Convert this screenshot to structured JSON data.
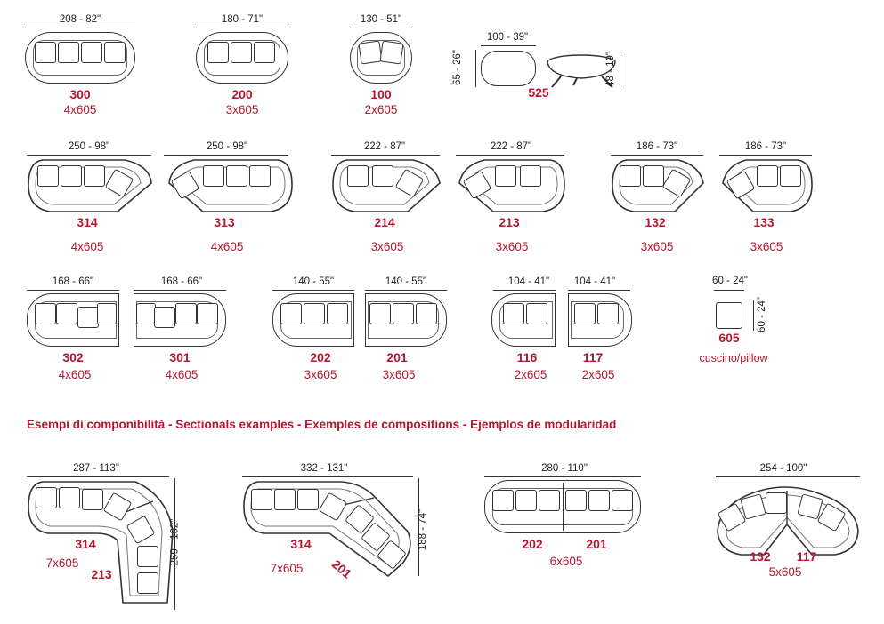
{
  "modules_row1": [
    {
      "dim": "208 - 82\"",
      "code": "300",
      "qty": "4x605"
    },
    {
      "dim": "180 - 71\"",
      "code": "200",
      "qty": "3x605"
    },
    {
      "dim": "130 - 51\"",
      "code": "100",
      "qty": "2x605"
    }
  ],
  "table_525": {
    "width": "100 - 39\"",
    "depth": "65 - 26\"",
    "height": "48 - 19\"",
    "code": "525"
  },
  "modules_row2": [
    {
      "dim": "250 - 98\"",
      "code": "314",
      "qty": "4x605"
    },
    {
      "dim": "250 - 98\"",
      "code": "313",
      "qty": "4x605"
    },
    {
      "dim": "222 - 87\"",
      "code": "214",
      "qty": "3x605"
    },
    {
      "dim": "222 - 87\"",
      "code": "213",
      "qty": "3x605"
    },
    {
      "dim": "186 - 73\"",
      "code": "132",
      "qty": "3x605"
    },
    {
      "dim": "186 - 73\"",
      "code": "133",
      "qty": "3x605"
    }
  ],
  "modules_row3": [
    {
      "dim": "168 - 66\"",
      "code": "302",
      "qty": "4x605"
    },
    {
      "dim": "168 - 66\"",
      "code": "301",
      "qty": "4x605"
    },
    {
      "dim": "140 - 55\"",
      "code": "202",
      "qty": "3x605"
    },
    {
      "dim": "140 - 55\"",
      "code": "201",
      "qty": "3x605"
    },
    {
      "dim": "104 - 41\"",
      "code": "116",
      "qty": "2x605"
    },
    {
      "dim": "104 - 41\"",
      "code": "117",
      "qty": "2x605"
    }
  ],
  "pillow_605": {
    "width": "60 - 24\"",
    "height": "60 - 24\"",
    "code": "605",
    "label": "cuscino/pillow"
  },
  "heading": "Esempi di componibilità  -  Sectionals examples - Exemples de compositions - Ejemplos de modularidad",
  "examples": [
    {
      "dim": "287 - 113\"",
      "depth": "259 - 102\"",
      "code_a": "314",
      "code_b": "213",
      "qty": "7x605"
    },
    {
      "dim": "332 - 131\"",
      "depth": "188 - 74\"",
      "code_a": "314",
      "code_b": "201",
      "qty": "7x605"
    },
    {
      "dim": "280 - 110\"",
      "code_a": "202",
      "code_b": "201",
      "qty": "6x605"
    },
    {
      "dim": "254 - 100\"",
      "code_a": "132",
      "code_b": "117",
      "qty": "5x605"
    }
  ]
}
